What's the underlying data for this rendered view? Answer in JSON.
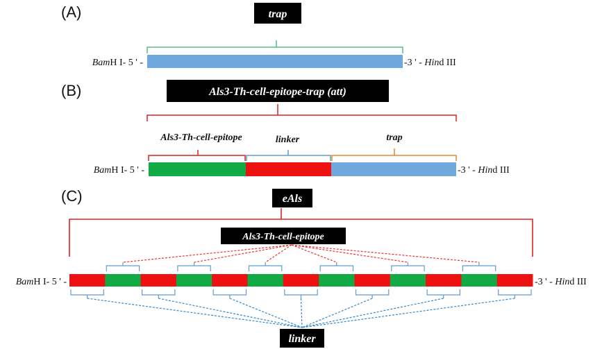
{
  "colors": {
    "trap": "#6fa8dc",
    "epitope": "#11aa44",
    "linker": "#ee1111",
    "brace_trap": "#55bb88",
    "brace_red": "#dd2222",
    "brace_blue": "#6699cc",
    "brace_orange": "#dd8833",
    "dash_red": "#ee3333",
    "dash_blue": "#3388cc"
  },
  "ends": {
    "left_italic": "Bam",
    "left_rest": "H I- 5 ' -",
    "right_prefix": "-3 ' - ",
    "right_italic": "Hin",
    "right_rest": "d III"
  },
  "panelA": {
    "label": "(A)",
    "title": "trap"
  },
  "panelB": {
    "label": "(B)",
    "title": "Als3-Th-cell-epitope-trap (att)",
    "segment_epitope": "Als3-Th-cell-epitope",
    "segment_linker": "linker",
    "segment_trap": "trap"
  },
  "panelC": {
    "label": "(C)",
    "title": "eAls",
    "epitope_label": "Als3-Th-cell-epitope",
    "linker_label": "linker",
    "segments": [
      "linker",
      "epitope",
      "linker",
      "epitope",
      "linker",
      "epitope",
      "linker",
      "epitope",
      "linker",
      "epitope",
      "linker",
      "epitope",
      "linker"
    ]
  }
}
